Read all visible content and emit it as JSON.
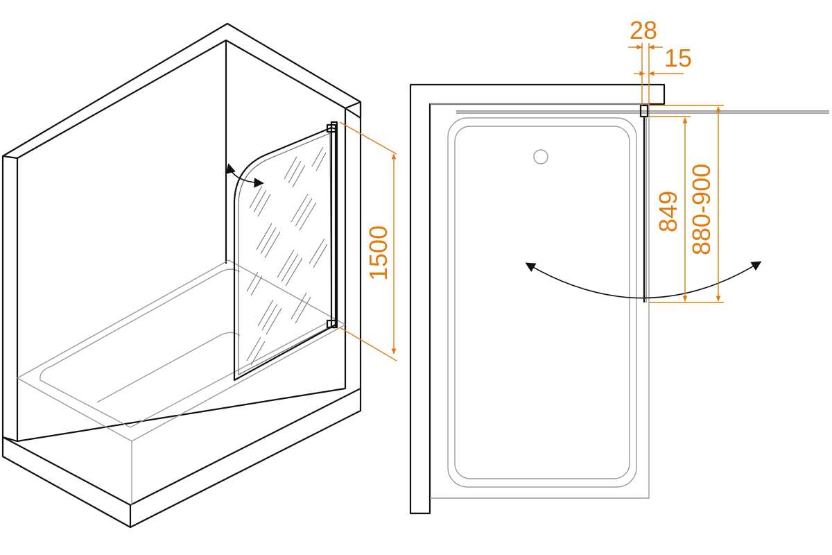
{
  "dimensions": {
    "panel_height": "1500",
    "profile_width": "28",
    "profile_offset": "15",
    "panel_width": "849",
    "total_width_range": "880-900"
  },
  "colors": {
    "dimension": "#e07b10",
    "outline": "#111111",
    "detail": "#999999"
  },
  "icons": {
    "swing_arrow_iso": "curved-double-arrow-icon",
    "swing_arrow_plan": "curved-double-arrow-icon"
  }
}
